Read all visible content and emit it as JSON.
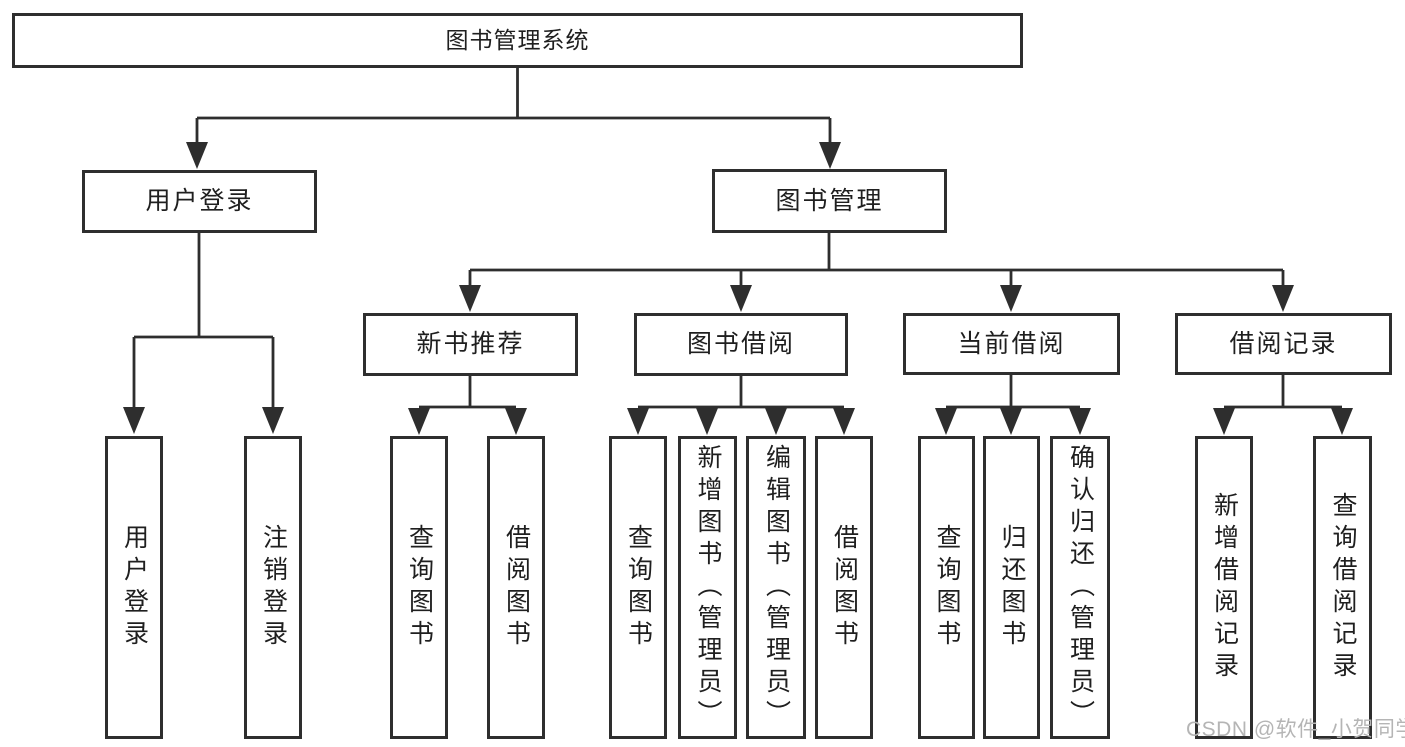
{
  "colors": {
    "background": "#ffffff",
    "line": "#2e2e2e",
    "box_border": "#2e2e2e",
    "text": "#1f1f1f",
    "watermark": "#b5b5b5"
  },
  "diagram": {
    "root": {
      "label": "图书管理系统"
    },
    "level2": [
      {
        "label": "用户登录"
      },
      {
        "label": "图书管理"
      }
    ],
    "level3": [
      {
        "label": "新书推荐",
        "parent": "图书管理"
      },
      {
        "label": "图书借阅",
        "parent": "图书管理"
      },
      {
        "label": "当前借阅",
        "parent": "图书管理"
      },
      {
        "label": "借阅记录",
        "parent": "图书管理"
      }
    ],
    "leaves": [
      {
        "label": "用户登录",
        "parent": "用户登录"
      },
      {
        "label": "注销登录",
        "parent": "用户登录"
      },
      {
        "label": "查询图书",
        "parent": "新书推荐"
      },
      {
        "label": "借阅图书",
        "parent": "新书推荐"
      },
      {
        "label": "查询图书",
        "parent": "图书借阅"
      },
      {
        "label": "新增图书（管理员）",
        "parent": "图书借阅"
      },
      {
        "label": "编辑图书（管理员）",
        "parent": "图书借阅"
      },
      {
        "label": "借阅图书",
        "parent": "图书借阅"
      },
      {
        "label": "查询图书",
        "parent": "当前借阅"
      },
      {
        "label": "归还图书",
        "parent": "当前借阅"
      },
      {
        "label": "确认归还（管理员）",
        "parent": "当前借阅"
      },
      {
        "label": "新增借阅记录",
        "parent": "借阅记录"
      },
      {
        "label": "查询借阅记录",
        "parent": "借阅记录"
      }
    ]
  },
  "watermark": {
    "text": "CSDN @软件_小贺同学"
  }
}
